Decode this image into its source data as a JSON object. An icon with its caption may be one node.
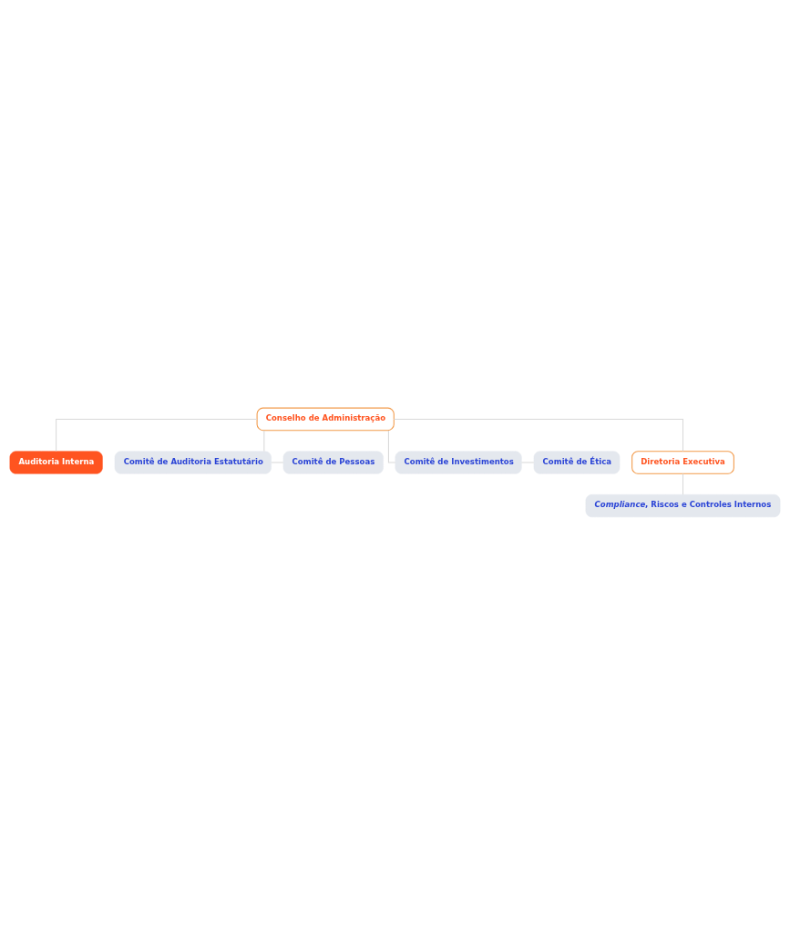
{
  "diagram": {
    "nodes": [
      {
        "text": [
          "Conselho de Administração"
        ]
      },
      {
        "text": [
          "Auditoria Interna"
        ]
      },
      {
        "text": [
          "Comitê de Auditoria Estatutário"
        ]
      },
      {
        "text": [
          "Comitê de Pessoas"
        ]
      },
      {
        "text": [
          "Comitê de Investimentos"
        ]
      },
      {
        "text": [
          "Comitê de Ética"
        ]
      },
      {
        "text": [
          "Diretoria Executiva"
        ]
      },
      {
        "text": [
          "*Compliance*, Riscos e Controles Internos"
        ]
      }
    ],
    "edges": [
      {
        "from": 0,
        "to": 6,
        "arrow": "none"
      },
      {
        "from": 0,
        "to": 1,
        "arrow": "none"
      },
      {
        "from": 0,
        "to": 2,
        "arrow": "none"
      },
      {
        "from": 0,
        "to": 4,
        "arrow": "none"
      },
      {
        "from": 2,
        "to": 3,
        "arrow": "none"
      },
      {
        "from": 4,
        "to": 5,
        "arrow": "none"
      },
      {
        "from": 6,
        "to": 7,
        "arrow": "none"
      }
    ]
  }
}
